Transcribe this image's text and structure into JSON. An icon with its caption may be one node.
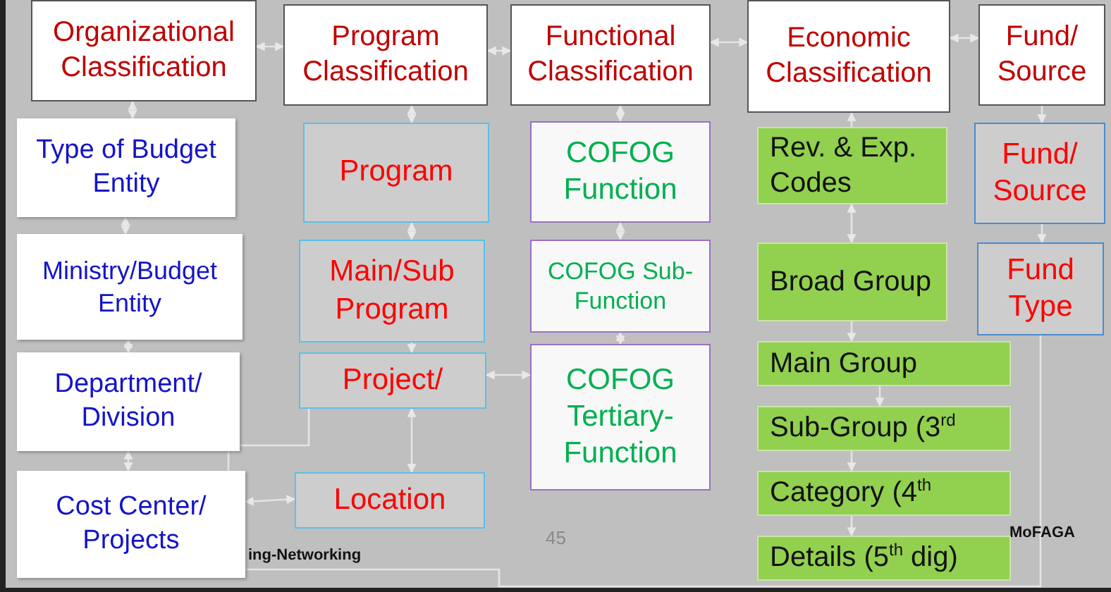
{
  "diagram": {
    "nodes": [
      {
        "text": [
          "Organizational Classification"
        ]
      },
      {
        "text": [
          "Program Classification"
        ]
      },
      {
        "text": [
          "Functional Classification"
        ]
      },
      {
        "text": [
          "Economic Classification"
        ]
      },
      {
        "text": [
          "Fund/ Source"
        ]
      },
      {
        "text": [
          "Type of Budget Entity"
        ]
      },
      {
        "text": [
          "Ministry/Budget Entity"
        ]
      },
      {
        "text": [
          "Department/ Division"
        ]
      },
      {
        "text": [
          "Cost Center/ Projects"
        ]
      },
      {
        "text": [
          "Program"
        ]
      },
      {
        "text": [
          "Main/Sub Program"
        ]
      },
      {
        "text": [
          "Project/"
        ]
      },
      {
        "text": [
          "Location"
        ]
      },
      {
        "text": [
          "COFOG Function"
        ]
      },
      {
        "text": [
          "COFOG Sub-Function"
        ]
      },
      {
        "text": [
          "COFOG Tertiary-Function"
        ]
      },
      {
        "text": [
          "Rev. & Exp. Codes"
        ]
      },
      {
        "text": [
          "Broad Group"
        ]
      },
      {
        "text": [
          "Main Group"
        ]
      },
      {
        "text": [
          "Sub-Group (3$^{rd}$"
        ]
      },
      {
        "text": [
          "Category (4$^{th}$"
        ]
      },
      {
        "text": [
          "Details (5$^{th}$ dig)"
        ]
      },
      {
        "text": [
          "Fund/ Source"
        ]
      },
      {
        "text": [
          "Fund Type"
        ]
      }
    ],
    "edges": [
      {
        "from": 0,
        "to": 1,
        "arrow": "both"
      },
      {
        "from": 1,
        "to": 2,
        "arrow": "both"
      },
      {
        "from": 2,
        "to": 3,
        "arrow": "both"
      },
      {
        "from": 3,
        "to": 4,
        "arrow": "both"
      },
      {
        "from": 0,
        "to": 5,
        "arrow": "both"
      },
      {
        "from": 5,
        "to": 6,
        "arrow": "both"
      },
      {
        "from": 6,
        "to": 7,
        "arrow": "both"
      },
      {
        "from": 7,
        "to": 8,
        "arrow": "both"
      },
      {
        "from": 1,
        "to": 9,
        "arrow": "both"
      },
      {
        "from": 9,
        "to": 10,
        "arrow": "both"
      },
      {
        "from": 10,
        "to": 11,
        "arrow": "to"
      },
      {
        "from": 11,
        "to": 12,
        "arrow": "both"
      },
      {
        "from": 11,
        "to": 15,
        "arrow": "both"
      },
      {
        "from": 8,
        "to": 12,
        "arrow": "both"
      },
      {
        "from": 8,
        "to": 11,
        "arrow": "none"
      },
      {
        "from": 8,
        "to": 23,
        "arrow": "none"
      },
      {
        "from": 2,
        "to": 13,
        "arrow": "both"
      },
      {
        "from": 13,
        "to": 14,
        "arrow": "both"
      },
      {
        "from": 14,
        "to": 15,
        "arrow": "both"
      },
      {
        "from": 16,
        "to": 3,
        "arrow": "to"
      },
      {
        "from": 16,
        "to": 17,
        "arrow": "both"
      },
      {
        "from": 17,
        "to": 18,
        "arrow": "to"
      },
      {
        "from": 18,
        "to": 19,
        "arrow": "to"
      },
      {
        "from": 19,
        "to": 20,
        "arrow": "to"
      },
      {
        "from": 20,
        "to": 21,
        "arrow": "to"
      },
      {
        "from": 4,
        "to": 22,
        "arrow": "to"
      },
      {
        "from": 22,
        "to": 23,
        "arrow": "to"
      }
    ],
    "labels": [
      "45",
      "ing-Networking",
      "MoFAGA"
    ]
  }
}
